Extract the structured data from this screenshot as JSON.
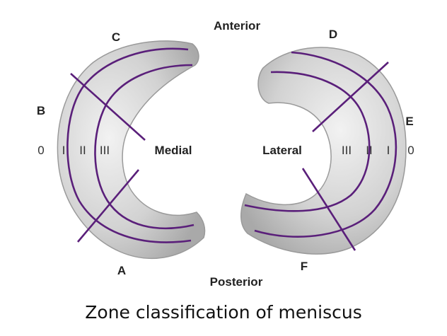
{
  "labels": {
    "anterior": "Anterior",
    "posterior": "Posterior",
    "medial": "Medial",
    "lateral": "Lateral",
    "a": "A",
    "b": "B",
    "c": "C",
    "d": "D",
    "e": "E",
    "f": "F"
  },
  "zones_medial": [
    "0",
    "I",
    "II",
    "III"
  ],
  "zones_lateral": [
    "III",
    "II",
    "I",
    "0"
  ],
  "caption": "Zone classification of meniscus",
  "colors": {
    "meniscus_fill": "#c9c9c9",
    "meniscus_highlight": "#eeeeee",
    "zone_line": "#5a1f7a"
  }
}
